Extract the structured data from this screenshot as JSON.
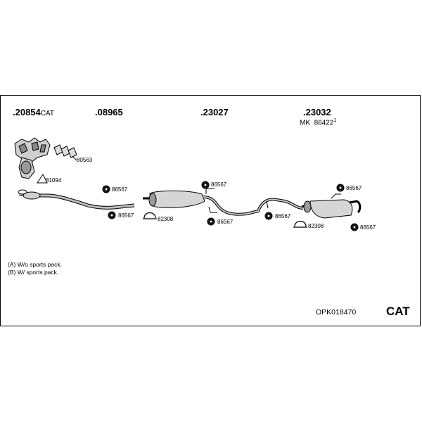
{
  "groups": {
    "g1": {
      "number": ".20854",
      "suffix": "CAT"
    },
    "g2": {
      "number": ".08965"
    },
    "g3": {
      "number": ".23027"
    },
    "g4": {
      "number": ".23032",
      "mk_prefix": "MK",
      "mk_number": "86422",
      "mk_mark": "1"
    }
  },
  "parts": {
    "gasket_80563": "80563",
    "gasket_81094": "81094",
    "rubber_86567": "86567",
    "clamp_82308": "82308"
  },
  "notes": {
    "a": "(A) W/o sports pack.",
    "b": "(B) W/ sports pack."
  },
  "footer": {
    "code": "OPK018470",
    "badge": "CAT"
  }
}
